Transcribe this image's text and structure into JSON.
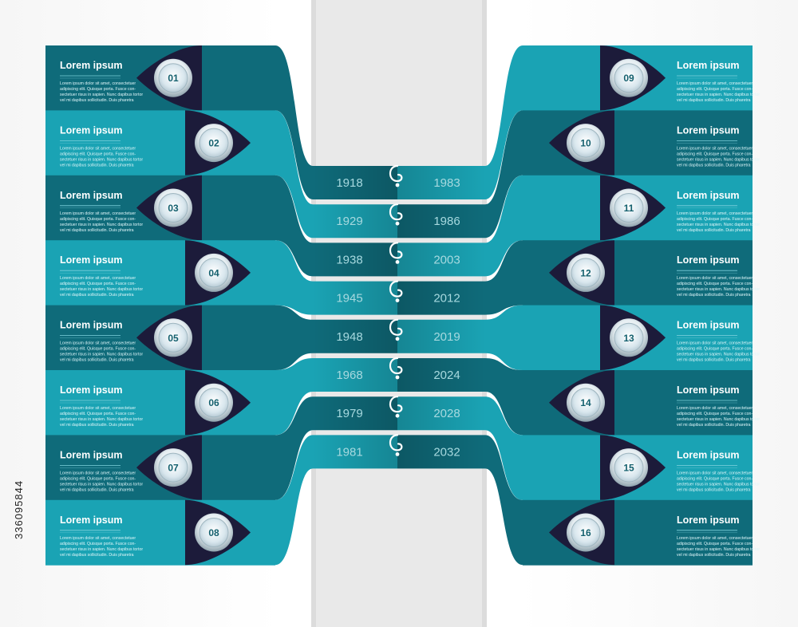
{
  "colors": {
    "dark_teal": "#0f6b7a",
    "light_teal": "#1aa3b4",
    "navy": "#1c1b3a",
    "gap_panel": "#e9e9e9",
    "year_text": "#a7d9df"
  },
  "left_items": [
    {
      "number": "01",
      "title": "Lorem ipsum",
      "text": [
        "Lorem ipsum dolor sit amet, consectetuer",
        "adipiscing elit. Quisque porta. Fusce con-",
        "sectetuer risus in sapien. Nunc dapibus tortor",
        "vel mi dapibus sollicitudin. Duis pharetra"
      ]
    },
    {
      "number": "02",
      "title": "Lorem ipsum",
      "text": [
        "Lorem ipsum dolor sit amet, consectetuer",
        "adipiscing elit. Quisque porta. Fusce con-",
        "sectetuer risus in sapien. Nunc dapibus tortor",
        "vel mi dapibus sollicitudin. Duis pharetra"
      ]
    },
    {
      "number": "03",
      "title": "Lorem ipsum",
      "text": [
        "Lorem ipsum dolor sit amet, consectetuer",
        "adipiscing elit. Quisque porta. Fusce con-",
        "sectetuer risus in sapien. Nunc dapibus tortor",
        "vel mi dapibus sollicitudin. Duis pharetra"
      ]
    },
    {
      "number": "04",
      "title": "Lorem ipsum",
      "text": [
        "Lorem ipsum dolor sit amet, consectetuer",
        "adipiscing elit. Quisque porta. Fusce con-",
        "sectetuer risus in sapien. Nunc dapibus tortor",
        "vel mi dapibus sollicitudin. Duis pharetra"
      ]
    },
    {
      "number": "05",
      "title": "Lorem ipsum",
      "text": [
        "Lorem ipsum dolor sit amet, consectetuer",
        "adipiscing elit. Quisque porta. Fusce con-",
        "sectetuer risus in sapien. Nunc dapibus tortor",
        "vel mi dapibus sollicitudin. Duis pharetra"
      ]
    },
    {
      "number": "06",
      "title": "Lorem ipsum",
      "text": [
        "Lorem ipsum dolor sit amet, consectetuer",
        "adipiscing elit. Quisque porta. Fusce con-",
        "sectetuer risus in sapien. Nunc dapibus tortor",
        "vel mi dapibus sollicitudin. Duis pharetra"
      ]
    },
    {
      "number": "07",
      "title": "Lorem ipsum",
      "text": [
        "Lorem ipsum dolor sit amet, consectetuer",
        "adipiscing elit. Quisque porta. Fusce con-",
        "sectetuer risus in sapien. Nunc dapibus tortor",
        "vel mi dapibus sollicitudin. Duis pharetra"
      ]
    },
    {
      "number": "08",
      "title": "Lorem ipsum",
      "text": [
        "Lorem ipsum dolor sit amet, consectetuer",
        "adipiscing elit. Quisque porta. Fusce con-",
        "sectetuer risus in sapien. Nunc dapibus tortor",
        "vel mi dapibus sollicitudin. Duis pharetra"
      ]
    }
  ],
  "right_items": [
    {
      "number": "09",
      "title": "Lorem ipsum",
      "text": [
        "Lorem ipsum dolor sit amet, consectetuer",
        "adipiscing elit. Quisque porta. Fusce con-",
        "sectetuer risus in sapien. Nunc dapibus tortor",
        "vel mi dapibus sollicitudin. Duis pharetra"
      ]
    },
    {
      "number": "10",
      "title": "Lorem ipsum",
      "text": [
        "Lorem ipsum dolor sit amet, consectetuer",
        "adipiscing elit. Quisque porta. Fusce con-",
        "sectetuer risus in sapien. Nunc dapibus tortor",
        "vel mi dapibus sollicitudin. Duis pharetra"
      ]
    },
    {
      "number": "11",
      "title": "Lorem ipsum",
      "text": [
        "Lorem ipsum dolor sit amet, consectetuer",
        "adipiscing elit. Quisque porta. Fusce con-",
        "sectetuer risus in sapien. Nunc dapibus tortor",
        "vel mi dapibus sollicitudin. Duis pharetra"
      ]
    },
    {
      "number": "12",
      "title": "Lorem ipsum",
      "text": [
        "Lorem ipsum dolor sit amet, consectetuer",
        "adipiscing elit. Quisque porta. Fusce con-",
        "sectetuer risus in sapien. Nunc dapibus tortor",
        "vel mi dapibus sollicitudin. Duis pharetra"
      ]
    },
    {
      "number": "13",
      "title": "Lorem ipsum",
      "text": [
        "Lorem ipsum dolor sit amet, consectetuer",
        "adipiscing elit. Quisque porta. Fusce con-",
        "sectetuer risus in sapien. Nunc dapibus tortor",
        "vel mi dapibus sollicitudin. Duis pharetra"
      ]
    },
    {
      "number": "14",
      "title": "Lorem ipsum",
      "text": [
        "Lorem ipsum dolor sit amet, consectetuer",
        "adipiscing elit. Quisque porta. Fusce con-",
        "sectetuer risus in sapien. Nunc dapibus tortor",
        "vel mi dapibus sollicitudin. Duis pharetra"
      ]
    },
    {
      "number": "15",
      "title": "Lorem ipsum",
      "text": [
        "Lorem ipsum dolor sit amet, consectetuer",
        "adipiscing elit. Quisque porta. Fusce con-",
        "sectetuer risus in sapien. Nunc dapibus tortor",
        "vel mi dapibus sollicitudin. Duis pharetra"
      ]
    },
    {
      "number": "16",
      "title": "Lorem ipsum",
      "text": [
        "Lorem ipsum dolor sit amet, consectetuer",
        "adipiscing elit. Quisque porta. Fusce con-",
        "sectetuer risus in sapien. Nunc dapibus tortor",
        "vel mi dapibus sollicitudin. Duis pharetra"
      ]
    }
  ],
  "left_years": [
    "1918",
    "1929",
    "1938",
    "1945",
    "1948",
    "1968",
    "1979",
    "1981"
  ],
  "right_years": [
    "1983",
    "1986",
    "2003",
    "2012",
    "2019",
    "2024",
    "2028",
    "2032"
  ],
  "stock_id": "336095844"
}
